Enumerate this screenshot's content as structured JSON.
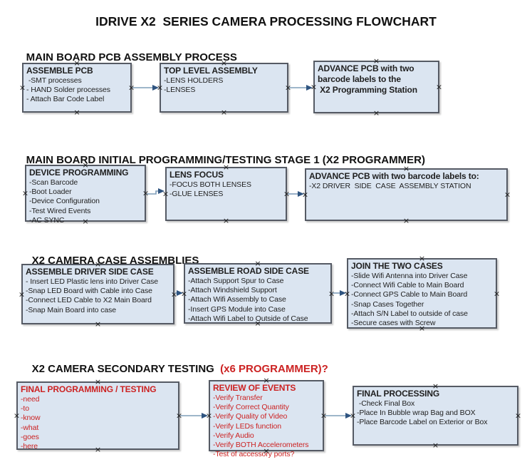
{
  "title": "IDRIVE X2  SERIES CAMERA PROCESSING FLOWCHART",
  "colors": {
    "box_fill": "#dbe5f1",
    "box_border": "#555a64",
    "arrow_line": "#7f9db9",
    "arrow_head": "#2f5480",
    "red": "#cc2222",
    "text": "#1f1f1f"
  },
  "sections": [
    {
      "heading": "MAIN BOARD PCB ASSEMBLY PROCESS"
    },
    {
      "heading": "MAIN BOARD INITIAL PROGRAMMING/TESTING STAGE 1 (X2 PROGRAMMER)"
    },
    {
      "heading": "X2 CAMERA CASE ASSEMBLIES"
    },
    {
      "heading": "X2 CAMERA SECONDARY TESTING  ",
      "heading_red": "(x6 PROGRAMMER)?"
    }
  ],
  "boxes": [
    {
      "id": "assemble-pcb",
      "section": 1,
      "title": "ASSEMBLE PCB",
      "items": [
        " -SMT processes",
        "- HAND Solder processes",
        "- Attach Bar Code Label"
      ]
    },
    {
      "id": "top-level-assembly",
      "section": 1,
      "title": "TOP LEVEL ASSEMBLY",
      "items": [
        "-LENS HOLDERS",
        "-LENSES"
      ]
    },
    {
      "id": "advance-pcb-programming-station",
      "section": 1,
      "title": "ADVANCE PCB with two barcode labels to the X2 Programming Station",
      "title_lines": [
        "ADVANCE PCB with two",
        "barcode labels to the",
        " X2 Programming Station"
      ],
      "items": []
    },
    {
      "id": "device-programming",
      "section": 2,
      "title": "DEVICE PROGRAMMING",
      "items": [
        "-Scan Barcode",
        "-Boot Loader",
        "-Device Configuration",
        "-Test Wired Events",
        "-AC SYNC"
      ]
    },
    {
      "id": "lens-focus",
      "section": 2,
      "title": "LENS FOCUS",
      "items": [
        "-FOCUS BOTH LENSES",
        "-GLUE LENSES"
      ]
    },
    {
      "id": "advance-pcb-driver-side",
      "section": 2,
      "title": "ADVANCE PCB with two barcode labels to:",
      "items": [
        "-X2 DRIVER  SIDE  CASE  ASSEMBLY STATION"
      ]
    },
    {
      "id": "assemble-driver-side-case",
      "section": 3,
      "title": "ASSEMBLE DRIVER SIDE CASE",
      "items": [
        "- Insert LED Plastic lens into Driver Case",
        "-Snap LED Board with Cable into Case",
        "-Connect LED Cable to X2 Main Board",
        "-Snap Main Board into case"
      ]
    },
    {
      "id": "assemble-road-side-case",
      "section": 3,
      "title": "ASSEMBLE ROAD SIDE CASE",
      "items": [
        "-Attach Support Spur to Case",
        "-Attach Windshield Support",
        "-Attach Wifi Assembly to Case",
        "-Insert GPS Module into Case",
        "-Attach Wifi Label to Outside of Case"
      ]
    },
    {
      "id": "join-the-two-cases",
      "section": 3,
      "title": "JOIN THE TWO CASES",
      "items": [
        "-Slide Wifi Antenna into Driver Case",
        "-Connect Wifi Cable to Main Board",
        "-Connect GPS Cable to Main Board",
        "-Snap Cases Together",
        "-Attach S/N Label to outside of case",
        "-Secure cases with Screw"
      ]
    },
    {
      "id": "final-programming-testing",
      "section": 4,
      "accent": "red",
      "items_accent": "red",
      "title": "FINAL PROGRAMMING / TESTING",
      "items": [
        "-need",
        "-to",
        "-know",
        "-what",
        "-goes",
        "-here"
      ]
    },
    {
      "id": "review-of-events",
      "section": 4,
      "accent": "red",
      "items_accent": "red",
      "title": "REVIEW OF EVENTS",
      "items": [
        "-Verify Transfer",
        "-Verify Correct Quantity",
        "-Verify Quality of Video",
        "-Verify LEDs function",
        "-Verify Audio",
        "-Verify BOTH Accelerometers",
        "-Test of accessory ports?"
      ]
    },
    {
      "id": "final-processing",
      "section": 4,
      "title": "FINAL PROCESSING",
      "items": [
        " -Check Final Box",
        "-Place In Bubble wrap Bag and BOX",
        "-Place Barcode Label on Exterior or Box"
      ]
    }
  ]
}
